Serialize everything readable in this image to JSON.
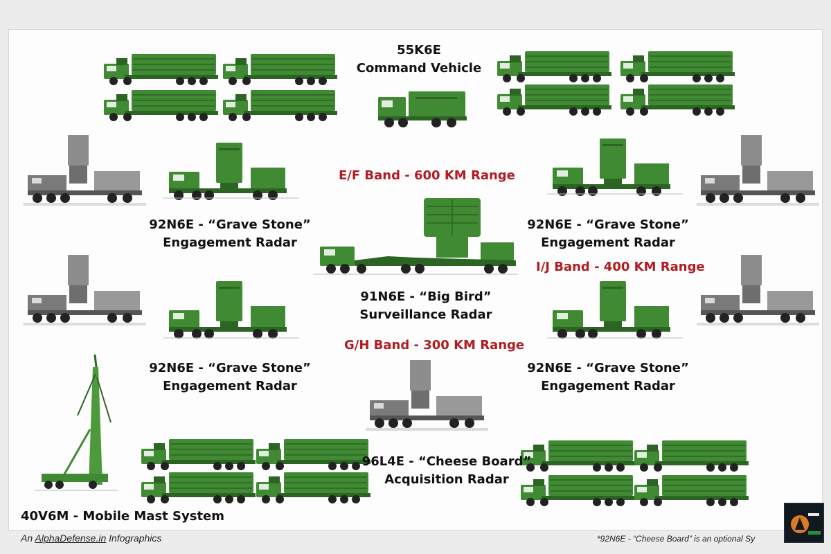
{
  "colors": {
    "vehicle_green": "#3f8a32",
    "vehicle_green_dark": "#2c6423",
    "radar_grey": "#8a8a8a",
    "band_red": "#b01c22"
  },
  "labels": {
    "command_vehicle": {
      "line1": "55K6E",
      "line2": "Command Vehicle"
    },
    "engagement_radar_top_left": {
      "line1": "92N6E - “Grave Stone”",
      "line2": "Engagement Radar"
    },
    "engagement_radar_top_right": {
      "line1": "92N6E - “Grave Stone”",
      "line2": "Engagement Radar"
    },
    "engagement_radar_bottom_left": {
      "line1": "92N6E - “Grave Stone”",
      "line2": "Engagement Radar"
    },
    "engagement_radar_bottom_right": {
      "line1": "92N6E - “Grave Stone”",
      "line2": "Engagement Radar"
    },
    "surveillance_radar": {
      "line1": "91N6E - “Big Bird”",
      "line2": "Surveillance Radar"
    },
    "acquisition_radar": {
      "line1": "96L4E - “Cheese Board”",
      "line2": "Acquisition Radar"
    },
    "mast_system": {
      "line1": "40V6M - Mobile Mast System"
    }
  },
  "bands": {
    "ef": "E/F Band - 600 KM Range",
    "ij": "I/J Band - 400 KM Range",
    "gh": "G/H Band - 300 KM Range"
  },
  "footer": {
    "prefix": "An ",
    "site": "AlphaDefense.in",
    "suffix": " Infographics",
    "note": "*92N6E - “Cheese Board” is an optional Sy"
  },
  "icons": {
    "launcher": "missile-launcher-truck-icon",
    "command": "command-vehicle-icon",
    "engagement": "engagement-radar-truck-icon",
    "radar_grey": "grey-radar-truck-icon",
    "big_bird": "big-bird-radar-trailer-icon",
    "mast": "mobile-mast-icon",
    "logo": "alphadefense-logo-icon"
  }
}
